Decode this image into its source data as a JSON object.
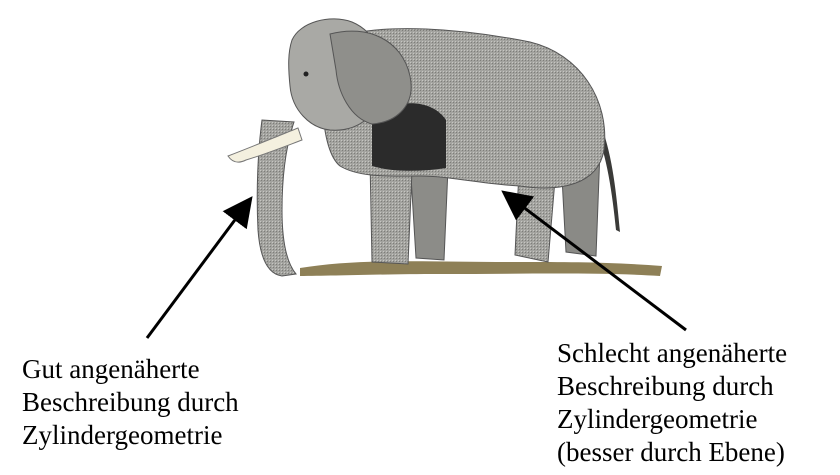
{
  "annotations": {
    "left": {
      "lines": [
        "Gut angenäherte",
        "Beschreibung durch",
        "Zylindergeometrie"
      ]
    },
    "right": {
      "lines": [
        "Schlecht angenäherte",
        "Beschreibung durch",
        "Zylindergeometrie",
        "(besser durch Ebene)"
      ]
    }
  },
  "colors": {
    "elephant_body": "#9a9a96",
    "elephant_shadow": "#2b2b2b",
    "tusk": "#f4f0df",
    "ground": "#7a6a3a",
    "arrow": "#000000"
  },
  "icons": [
    "elephant-illustration",
    "arrow"
  ]
}
